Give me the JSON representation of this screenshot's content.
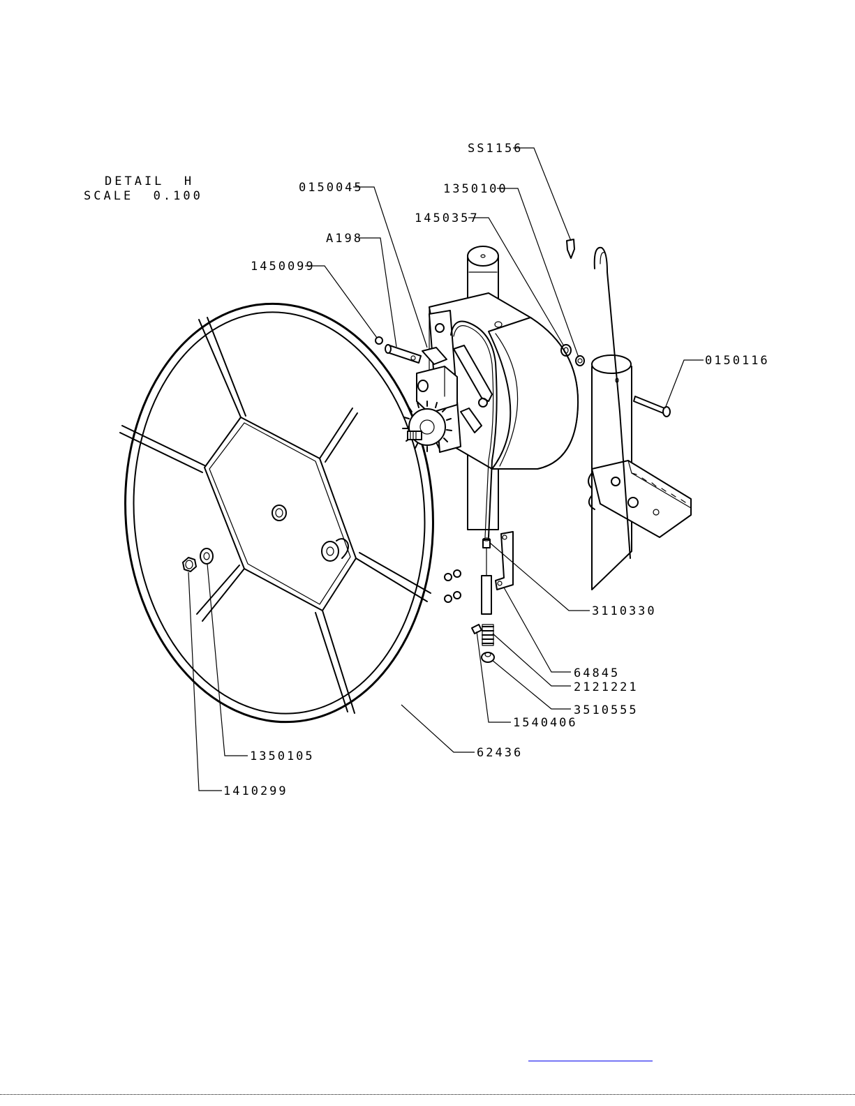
{
  "detail": {
    "title": "DETAIL  H",
    "scale": "SCALE  0.100"
  },
  "parts": [
    {
      "id": "SS1156"
    },
    {
      "id": "0150045"
    },
    {
      "id": "1350100"
    },
    {
      "id": "1450357"
    },
    {
      "id": "A198"
    },
    {
      "id": "1450099"
    },
    {
      "id": "0150116"
    },
    {
      "id": "3110330"
    },
    {
      "id": "64845"
    },
    {
      "id": "2121221"
    },
    {
      "id": "3510555"
    },
    {
      "id": "1540406"
    },
    {
      "id": "1350105"
    },
    {
      "id": "62436"
    },
    {
      "id": "1410299"
    }
  ],
  "colors": {
    "line": "#000000",
    "link": "#0000ee"
  }
}
